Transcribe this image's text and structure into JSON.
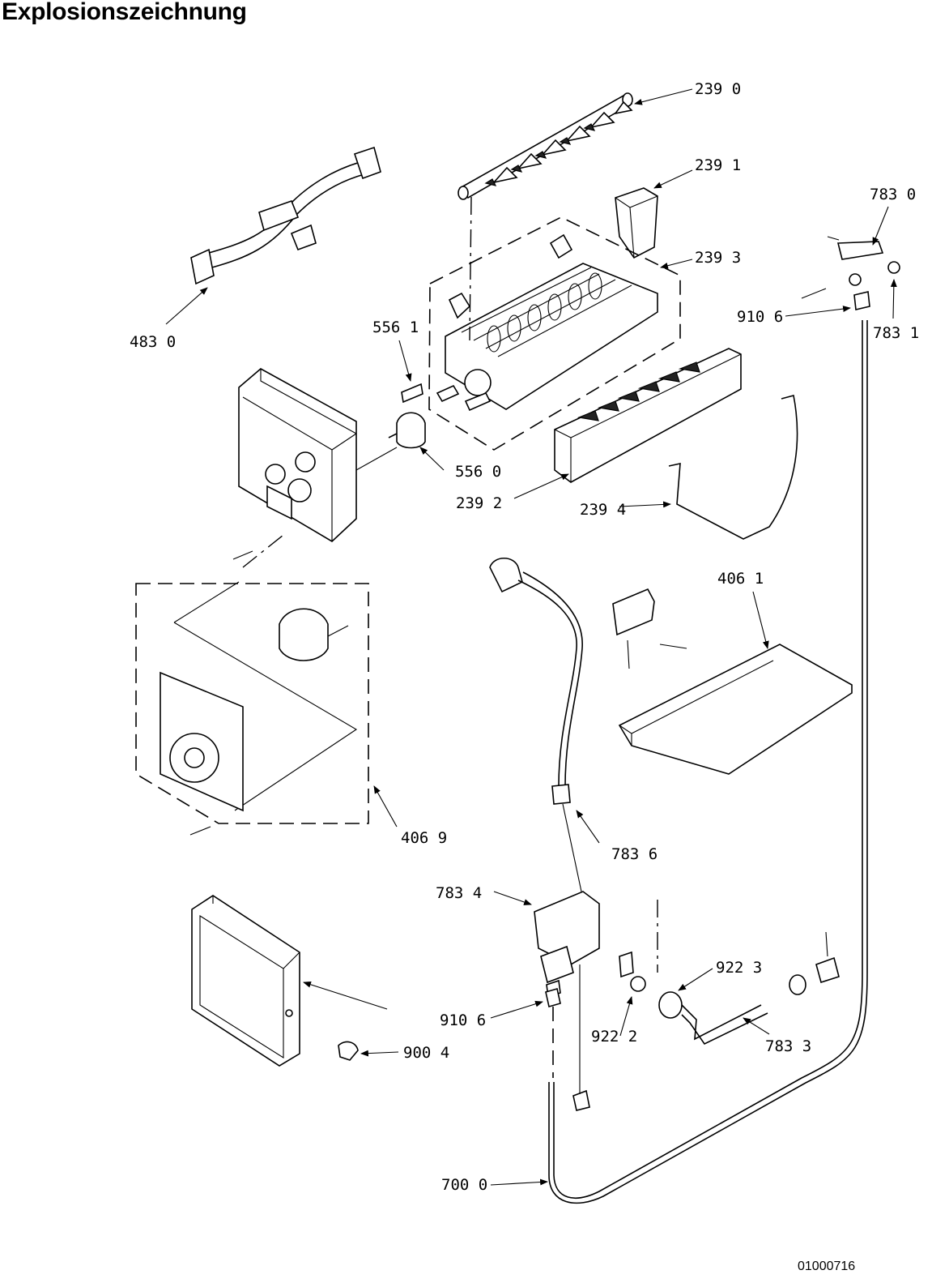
{
  "title": "Explosionszeichnung",
  "document_number": "01000716",
  "callouts": [
    {
      "id": "c-239-0",
      "text": "239 0"
    },
    {
      "id": "c-239-1",
      "text": "239 1"
    },
    {
      "id": "c-783-0",
      "text": "783 0"
    },
    {
      "id": "c-239-3",
      "text": "239 3"
    },
    {
      "id": "c-910-6-top",
      "text": "910 6"
    },
    {
      "id": "c-783-1",
      "text": "783 1"
    },
    {
      "id": "c-483-0",
      "text": "483 0"
    },
    {
      "id": "c-556-1",
      "text": "556 1"
    },
    {
      "id": "c-556-0",
      "text": "556 0"
    },
    {
      "id": "c-239-2",
      "text": "239 2"
    },
    {
      "id": "c-239-4",
      "text": "239 4"
    },
    {
      "id": "c-406-1",
      "text": "406 1"
    },
    {
      "id": "c-406-9",
      "text": "406 9"
    },
    {
      "id": "c-783-6",
      "text": "783 6"
    },
    {
      "id": "c-783-4",
      "text": "783 4"
    },
    {
      "id": "c-922-3",
      "text": "922 3"
    },
    {
      "id": "c-910-6-bottom",
      "text": "910 6"
    },
    {
      "id": "c-922-2",
      "text": "922 2"
    },
    {
      "id": "c-783-3",
      "text": "783 3"
    },
    {
      "id": "c-900-4",
      "text": "900 4"
    },
    {
      "id": "c-700-0",
      "text": "700 0"
    }
  ]
}
